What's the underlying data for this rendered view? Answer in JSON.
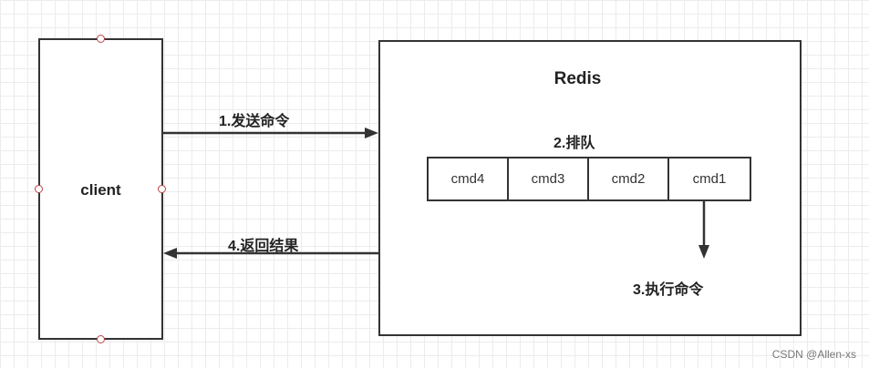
{
  "client": {
    "label": "client"
  },
  "redis": {
    "title": "Redis",
    "queue_label": "2.排队",
    "queue": [
      "cmd4",
      "cmd3",
      "cmd2",
      "cmd1"
    ],
    "execute_label": "3.执行命令"
  },
  "edges": {
    "send": "1.发送命令",
    "return": "4.返回结果"
  },
  "watermark": "CSDN @Allen-xs",
  "colors": {
    "stroke": "#333333",
    "handle": "#b44444",
    "grid": "#ececec"
  }
}
